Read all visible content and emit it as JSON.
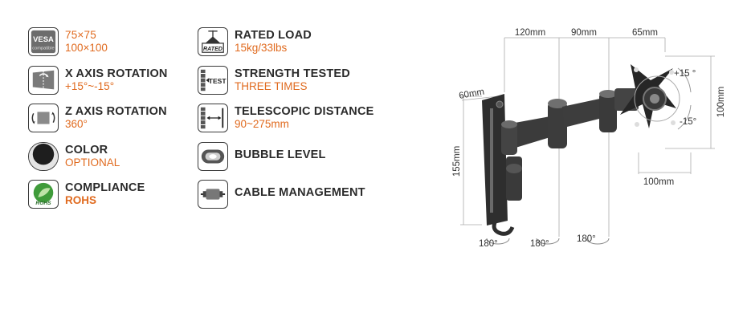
{
  "features_left": [
    {
      "icon": "vesa-icon",
      "icon_text": "VESA",
      "icon_sub": "compatible",
      "line1": "75×75",
      "line2": "100×100",
      "line1_orange": true
    },
    {
      "icon": "x-axis-rotation-icon",
      "line1": "X AXIS ROTATION",
      "line2": "+15°~-15°"
    },
    {
      "icon": "z-axis-rotation-icon",
      "line1": "Z AXIS ROTATION",
      "line2": "360°"
    },
    {
      "icon": "color-icon",
      "line1": "COLOR",
      "line2": "OPTIONAL"
    },
    {
      "icon": "rohs-icon",
      "icon_text": "ROHS",
      "line1": "COMPLIANCE",
      "line2": "ROHS"
    }
  ],
  "features_right": [
    {
      "icon": "rated-load-icon",
      "icon_text": "RATED",
      "line1": "RATED LOAD",
      "line2": "15kg/33lbs"
    },
    {
      "icon": "strength-test-icon",
      "icon_text": "TEST",
      "line1": "STRENGTH TESTED",
      "line2": "THREE TIMES"
    },
    {
      "icon": "telescopic-icon",
      "line1": "TELESCOPIC DISTANCE",
      "line2": "90~275mm"
    },
    {
      "icon": "bubble-level-icon",
      "line1": "BUBBLE LEVEL"
    },
    {
      "icon": "cable-management-icon",
      "line1": "CABLE MANAGEMENT"
    }
  ],
  "diagram": {
    "dim_120": "120mm",
    "dim_90": "90mm",
    "dim_65": "65mm",
    "dim_60": "60mm",
    "dim_155": "155mm",
    "dim_100h": "100mm",
    "dim_100w": "100mm",
    "tilt_up": "+15 °",
    "tilt_down": "-15°",
    "swivel1": "180°",
    "swivel2": "180°",
    "swivel3": "180°"
  },
  "colors": {
    "accent": "#e06a1e",
    "text": "#2b2b2b",
    "line": "#999999"
  }
}
